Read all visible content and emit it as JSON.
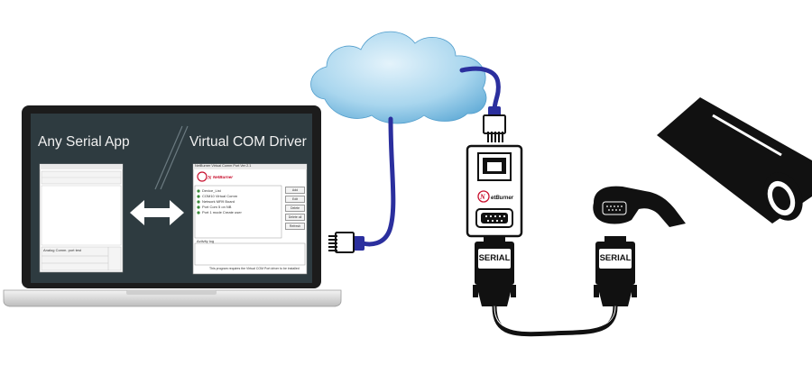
{
  "laptop": {
    "left_title": "Any Serial App",
    "right_title": "Virtual COM Driver",
    "serial_app_window": {
      "status_text": "Analog Comm. port test"
    },
    "driver_window": {
      "title": "NetBurner Virtual Comm Port Ver 2.1",
      "brand": "NetBurner",
      "list_items": [
        "Device_List",
        "COM10 Virtual Comm",
        "Network MR9 Board",
        "Port Com 5 on NB",
        "Port 1 mode Create user"
      ],
      "buttons": [
        "Add",
        "Edit",
        "Delete",
        "Delete all",
        "Refresh"
      ],
      "log_label": "Activity log",
      "footer_text": "This program requires the Virtual COM Port driver to be installed"
    }
  },
  "device": {
    "brand": "NetBurner"
  },
  "cables": {
    "left_serial_label": "SERIAL",
    "right_serial_label": "SERIAL"
  },
  "colors": {
    "network_cable": "#2b2f9e",
    "screen_bg": "#2e3b40",
    "laptop_body": "#1c1c1c",
    "brand_red": "#c8102e"
  },
  "icons": [
    "cloud-icon",
    "laptop-icon",
    "rj45-plug-icon",
    "serial-server-icon",
    "db9-connector-icon",
    "security-camera-icon",
    "bidirectional-arrow-icon"
  ]
}
